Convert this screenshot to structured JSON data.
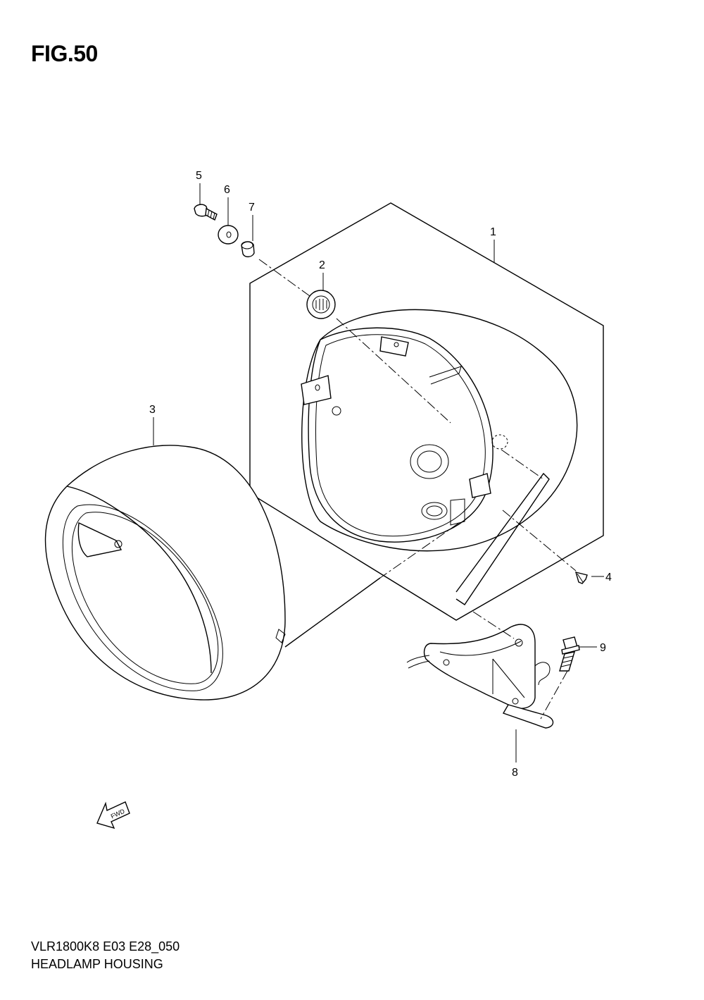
{
  "figure": {
    "title": "FIG.50"
  },
  "footer": {
    "model_code": "VLR1800K8 E03 E28_050",
    "section_name": "HEADLAMP HOUSING"
  },
  "callouts": [
    {
      "id": "1",
      "label": "1"
    },
    {
      "id": "2",
      "label": "2"
    },
    {
      "id": "3",
      "label": "3"
    },
    {
      "id": "4",
      "label": "4"
    },
    {
      "id": "5",
      "label": "5"
    },
    {
      "id": "6",
      "label": "6"
    },
    {
      "id": "7",
      "label": "7"
    },
    {
      "id": "8",
      "label": "8"
    },
    {
      "id": "9",
      "label": "9"
    }
  ],
  "direction_marker": {
    "label": "FWD",
    "icon": "fwd-arrow-icon"
  }
}
